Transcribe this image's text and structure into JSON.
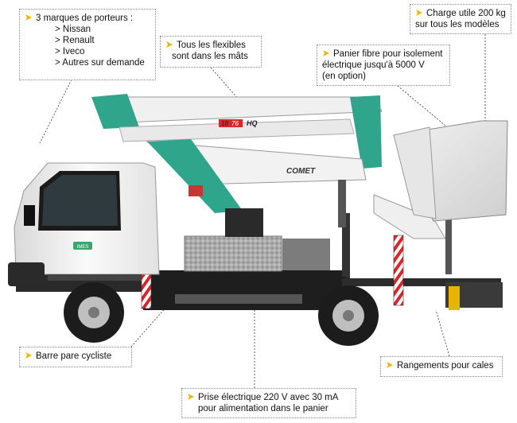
{
  "callouts": {
    "brands": {
      "title": "3 marques de porteurs :",
      "items": [
        "> Nissan",
        "> Renault",
        "> Iveco",
        "> Autres sur demande"
      ]
    },
    "hoses": {
      "line1": "Tous les flexibles",
      "line2": "sont dans les mâts"
    },
    "load": {
      "line1": "Charge utile 200 kg",
      "line2": "sur tous les modèles"
    },
    "basket": {
      "line1": "Panier fibre pour isolement",
      "line2": "électrique jusqu'à 5000 V",
      "line3": "(en option)"
    },
    "bar": {
      "text": "Barre pare cycliste"
    },
    "storage": {
      "text": "Rangements pour cales"
    },
    "socket": {
      "line1": "Prise électrique 220 V avec 30 mA",
      "line2": "pour alimentation dans le panier"
    }
  },
  "vehicle": {
    "boom_badge_left": "18",
    "boom_badge_mid": "76",
    "boom_badge_right": "HQ",
    "boom_brand": "COMET",
    "door_logo": "IMES"
  },
  "colors": {
    "accent_yellow": "#f2b400",
    "boom_teal": "#2fa58c",
    "body_white": "#f4f4f4",
    "chassis_black": "#1e1e1e"
  }
}
